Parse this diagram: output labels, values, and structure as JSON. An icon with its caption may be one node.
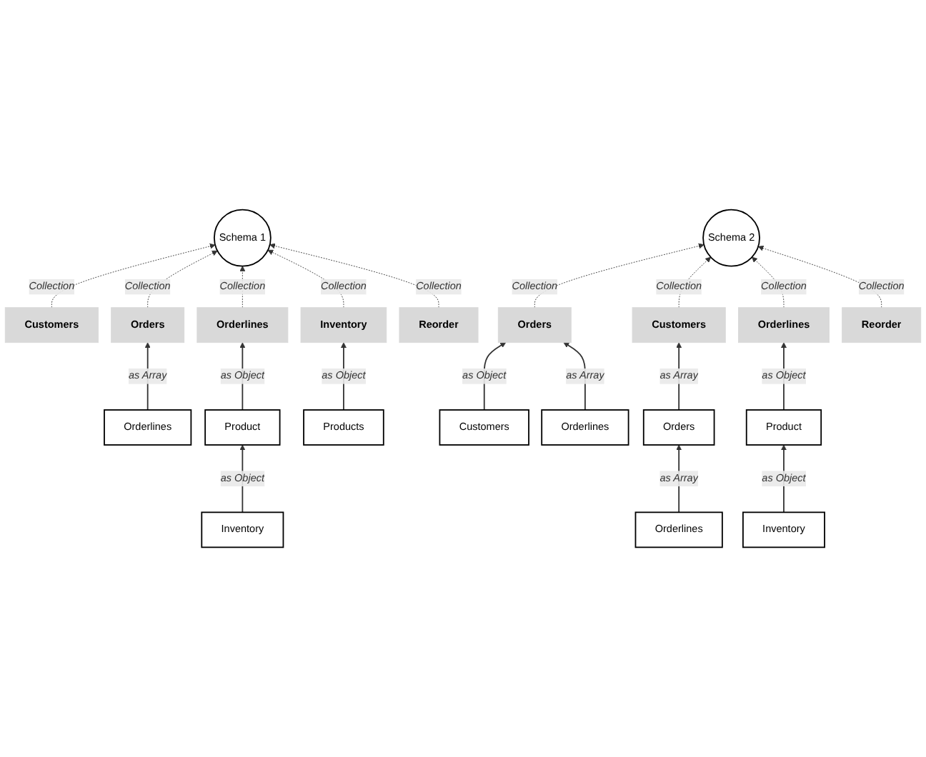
{
  "diagram": {
    "nodes": [
      {
        "text": [
          "Schema 1"
        ]
      },
      {
        "text": [
          "Customers"
        ]
      },
      {
        "text": [
          "Orders"
        ]
      },
      {
        "text": [
          "Orderlines"
        ]
      },
      {
        "text": [
          "Inventory"
        ]
      },
      {
        "text": [
          "Reorder"
        ]
      },
      {
        "text": [
          "Orderlines"
        ]
      },
      {
        "text": [
          "Product"
        ]
      },
      {
        "text": [
          "Products"
        ]
      },
      {
        "text": [
          "Inventory"
        ]
      },
      {
        "text": [
          "Schema 2"
        ]
      },
      {
        "text": [
          "Orders"
        ]
      },
      {
        "text": [
          "Customers"
        ]
      },
      {
        "text": [
          "Orderlines"
        ]
      },
      {
        "text": [
          "Reorder"
        ]
      },
      {
        "text": [
          "Customers"
        ]
      },
      {
        "text": [
          "Orderlines"
        ]
      },
      {
        "text": [
          "Orders"
        ]
      },
      {
        "text": [
          "Orderlines"
        ]
      },
      {
        "text": [
          "Product"
        ]
      },
      {
        "text": [
          "Inventory"
        ]
      }
    ],
    "edges": [
      {
        "from": 1,
        "to": 0,
        "arrow": "to",
        "label": "Collection",
        "style": "dashed"
      },
      {
        "from": 2,
        "to": 0,
        "arrow": "to",
        "label": "Collection",
        "style": "dashed"
      },
      {
        "from": 3,
        "to": 0,
        "arrow": "to",
        "label": "Collection",
        "style": "dashed"
      },
      {
        "from": 4,
        "to": 0,
        "arrow": "to",
        "label": "Collection",
        "style": "dashed"
      },
      {
        "from": 5,
        "to": 0,
        "arrow": "to",
        "label": "Collection",
        "style": "dashed"
      },
      {
        "from": 6,
        "to": 2,
        "arrow": "to",
        "label": "as Array"
      },
      {
        "from": 7,
        "to": 3,
        "arrow": "to",
        "label": "as Object"
      },
      {
        "from": 9,
        "to": 7,
        "arrow": "to",
        "label": "as Object"
      },
      {
        "from": 8,
        "to": 4,
        "arrow": "to",
        "label": "as Object"
      },
      {
        "from": 11,
        "to": 10,
        "arrow": "to",
        "label": "Collection",
        "style": "dashed"
      },
      {
        "from": 12,
        "to": 10,
        "arrow": "to",
        "label": "Collection",
        "style": "dashed"
      },
      {
        "from": 13,
        "to": 10,
        "arrow": "to",
        "label": "Collection",
        "style": "dashed"
      },
      {
        "from": 14,
        "to": 10,
        "arrow": "to",
        "label": "Collection",
        "style": "dashed"
      },
      {
        "from": 15,
        "to": 11,
        "arrow": "to",
        "label": "as Object"
      },
      {
        "from": 16,
        "to": 11,
        "arrow": "to",
        "label": "as Array"
      },
      {
        "from": 17,
        "to": 12,
        "arrow": "to",
        "label": "as Array"
      },
      {
        "from": 18,
        "to": 17,
        "arrow": "to",
        "label": "as Array"
      },
      {
        "from": 19,
        "to": 13,
        "arrow": "to",
        "label": "as Object"
      },
      {
        "from": 20,
        "to": 19,
        "arrow": "to",
        "label": "as Object"
      }
    ]
  }
}
